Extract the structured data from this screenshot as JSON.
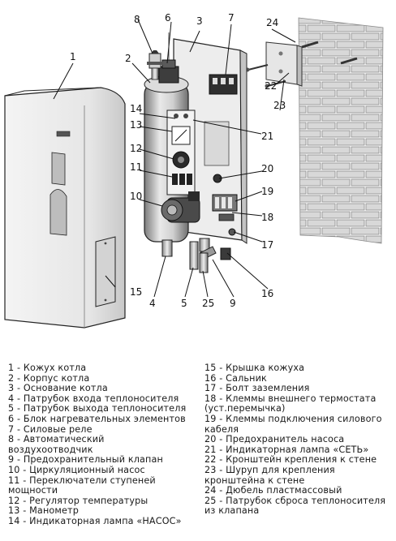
{
  "callouts": [
    "1",
    "2",
    "3",
    "4",
    "5",
    "6",
    "7",
    "8",
    "9",
    "10",
    "11",
    "12",
    "13",
    "14",
    "15",
    "16",
    "17",
    "18",
    "19",
    "20",
    "21",
    "22",
    "23",
    "24",
    "25"
  ],
  "legend": {
    "left": [
      "1 - Кожух котла",
      "2 - Корпус котла",
      "3 - Основание котла",
      "4 - Патрубок входа теплоносителя",
      "5 - Патрубок выхода теплоносителя",
      "6 - Блок нагревательных элементов",
      "7 - Силовые реле",
      "8 - Автоматический",
      "воздухоотводчик",
      "9 - Предохранительный клапан",
      "10 - Циркуляционный насос",
      "11 - Переключатели ступеней",
      "мощности",
      "12 - Регулятор температуры",
      "13 - Манометр",
      "14 - Индикаторная лампа «НАСОС»"
    ],
    "right": [
      "15 - Крышка кожуха",
      "16 - Сальник",
      "17 - Болт заземления",
      "18 - Клеммы внешнего термостата",
      "(уст.перемычка)",
      "19 - Клеммы подключения силового",
      "кабеля",
      "20 - Предохранитель насоса",
      "21 - Индикаторная лампа «СЕТЬ»",
      "22 - Кронштейн крепления к стене",
      "23 - Шуруп  для крепления",
      "кронштейна к стене",
      "24 - Дюбель пластмассовый",
      "25 - Патрубок сброса теплоносителя",
      "из клапана"
    ]
  }
}
